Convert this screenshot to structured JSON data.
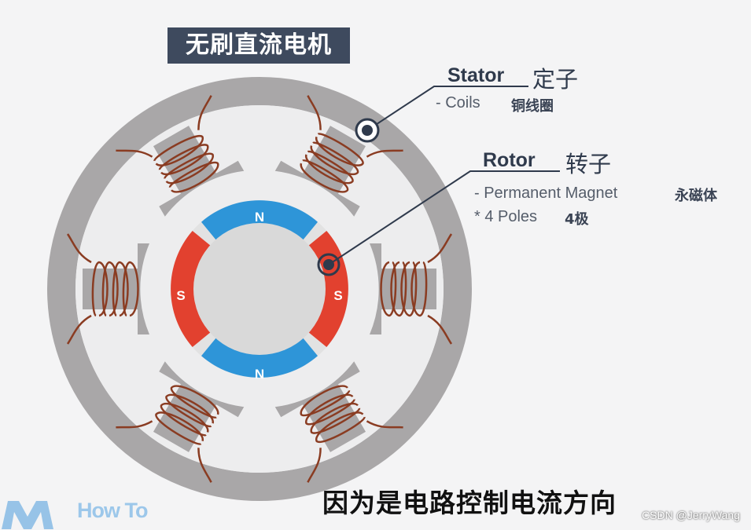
{
  "title": "无刷直流电机",
  "stator": {
    "label_en": "Stator",
    "label_cn": "定子",
    "coils_en": "- Coils",
    "coils_cn": "铜线圈"
  },
  "rotor": {
    "label_en": "Rotor",
    "label_cn": "转子",
    "magnet_en": "- Permanent Magnet",
    "magnet_cn": "永磁体",
    "poles_en": "* 4 Poles",
    "poles_cn": "4极"
  },
  "poles": {
    "north": "N",
    "south": "S"
  },
  "subtitle": "因为是电路控制电流方向",
  "watermark": "CSDN @JerryWang",
  "logo_text": "How To",
  "colors": {
    "stator_gray": "#a9a7a8",
    "coil_copper": "#8a3c22",
    "north_blue": "#2e95d8",
    "south_red": "#e2412f",
    "rotor_core": "#d9d9d9",
    "title_bg": "#3e4a5e"
  }
}
